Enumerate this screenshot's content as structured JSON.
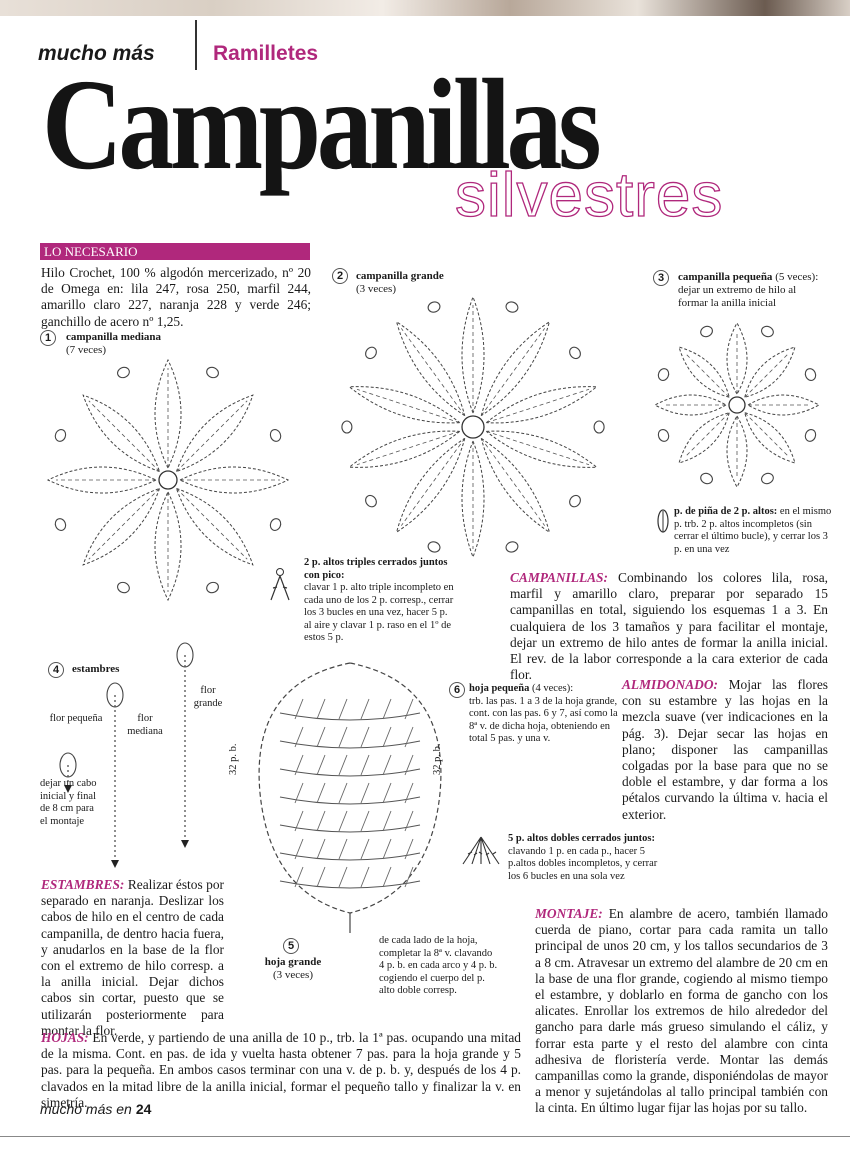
{
  "header": {
    "section": "mucho más",
    "subsection": "Ramilletes",
    "title_main": "Campanillas",
    "title_secondary": "silvestres"
  },
  "necesario": {
    "heading": "LO NECESARIO",
    "text": "Hilo Crochet, 100 % algodón mercerizado, nº 20 de Omega en: lila 247, rosa 250, marfil 244, amarillo claro 227, naranja 228 y verde 246; ganchillo de acero nº 1,25."
  },
  "diagrams": [
    {
      "num": "1",
      "title": "campanilla mediana",
      "detail": "(7 veces)"
    },
    {
      "num": "2",
      "title": "campanilla grande",
      "detail": "(3 veces)"
    },
    {
      "num": "3",
      "title": "campanilla pequeña",
      "detail": " (5 veces):",
      "extra": "dejar un extremo de hilo al formar la anilla inicial"
    },
    {
      "num": "4",
      "title": "estambres",
      "detail": ""
    },
    {
      "num": "5",
      "title": "hoja grande",
      "detail": "(3 veces)"
    },
    {
      "num": "6",
      "title": "hoja pequeña",
      "detail": " (4 veces):",
      "extra": "trb. las pas. 1 a 3 de la hoja grande, cont. con las pas. 6 y 7, así como la 8ª v. de dicha hoja, obteniendo en total 5 pas. y una v."
    }
  ],
  "legends": {
    "triples_title": "2 p. altos triples cerrados juntos con pico:",
    "triples_text": "clavar 1 p. alto triple incompleto en cada uno de los 2 p. corresp., cerrar los 3 bucles en una vez, hacer 5 p. al aire y clavar 1 p. raso en el 1º de estos 5 p.",
    "pina_title": "p. de piña de 2 p. altos:",
    "pina_text": " en el mismo p. trb. 2 p. altos incompletos (sin cerrar el último bucle), y cerrar los 3 p. en una vez",
    "dobles_title": "5 p. altos dobles cerrados juntos:",
    "dobles_text": "clavando 1 p. en cada p., hacer 5 p.altos dobles incompletos, y cerrar los 6 bucles en una sola vez",
    "hoja_grande_note": "de cada lado de la hoja, completar la 8ª v. clavando 4 p. b. en cada arco y 4 p. b. cogiendo el cuerpo del p. alto doble corresp.",
    "flor_pequena": "flor pequeña",
    "flor_mediana": "flor mediana",
    "flor_grande": "flor grande",
    "dejar_cabo": "dejar un cabo inicial y final de 8 cm para el montaje",
    "side_label": "32 p. b."
  },
  "sections": {
    "campanillas_head": "CAMPANILLAS:",
    "campanillas_text": " Combinando los colores lila, rosa, marfil y amarillo claro, preparar por separado 15 campanillas en total, siguiendo los esquemas 1 a 3. En cualquiera de los 3 tamaños y para facilitar el montaje, dejar un extremo de hilo antes de formar la anilla inicial. El rev. de la labor corresponde a la cara exterior de cada flor.",
    "almidonado_head": "ALMIDONADO:",
    "almidonado_text": " Mojar las flores con su estambre y las hojas en la mezcla suave (ver indicaciones en la pág. 3). Dejar secar las hojas en plano; disponer las campanillas colgadas por la base para que no se doble el estambre, y dar forma a los pétalos curvando la última v. hacia el exterior.",
    "estambres_head": "ESTAMBRES:",
    "estambres_text": " Realizar éstos por separado en naranja. Deslizar los cabos de hilo en el centro de cada campanilla, de dentro hacia fuera, y anudarlos en la base de la flor con el extremo de hilo corresp. a la anilla inicial. Dejar dichos cabos sin cortar, puesto que se utilizarán posteriormente para montar la flor.",
    "montaje_head": "MONTAJE:",
    "montaje_text": " En alambre de acero, también llamado cuerda de piano, cortar para cada ramita un tallo principal de unos 20 cm, y los tallos secundarios de 3 a 8 cm. Atravesar un extremo del alambre de 20 cm en la base de una flor grande, cogiendo al mismo tiempo el estambre, y doblarlo en forma de gancho con los alicates. Enrollar los extremos de hilo alrededor del gancho para darle más grueso simulando el cáliz, y forrar esta parte y el resto del alambre con cinta adhesiva de floristería verde. Montar las demás campanillas como la grande, disponiéndolas de mayor a menor y sujetándolas al tallo principal también con la cinta. En último lugar fijar las hojas por su tallo.",
    "hojas_head": "HOJAS:",
    "hojas_text": " En verde, y partiendo de una anilla de 10 p., trb. la 1ª pas. ocupando una mitad de la misma. Cont. en pas. de ida y vuelta hasta obtener 7 pas. para la hoja grande y 5 pas. para la pequeña. En ambos casos terminar con una v. de p. b. y, después de los 4 p. clavados en la mitad libre de la anilla inicial, formar el pequeño tallo y finalizar la v. en simetría."
  },
  "footer": {
    "label": "mucho más en",
    "page": "24"
  },
  "colors": {
    "accent": "#b0287c",
    "text": "#1a1a1a"
  }
}
